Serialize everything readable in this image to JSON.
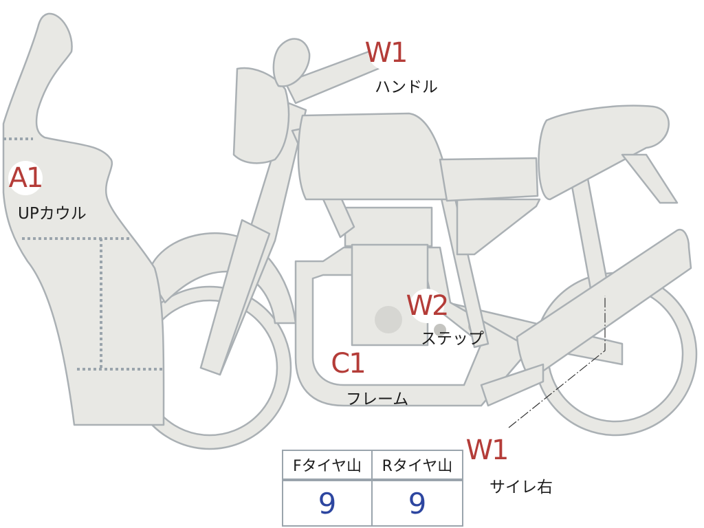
{
  "parts": {
    "handle": {
      "code": "W1",
      "label": "ハンドル"
    },
    "cowl": {
      "code": "A1",
      "label": "UPカウル"
    },
    "step": {
      "code": "W2",
      "label": "ステップ"
    },
    "frame": {
      "code": "C1",
      "label": "フレーム"
    },
    "muffler_right": {
      "code": "W1",
      "label": "サイレ右"
    }
  },
  "tire_table": {
    "front_header": "Fタイヤ山",
    "rear_header": "Rタイヤ山",
    "front_value": "9",
    "rear_value": "9"
  },
  "colors": {
    "badge_text": "#b43c38",
    "tire_value": "#2d46a0",
    "bike_fill": "#e8e8e4",
    "bike_outline": "#aab0b4"
  }
}
